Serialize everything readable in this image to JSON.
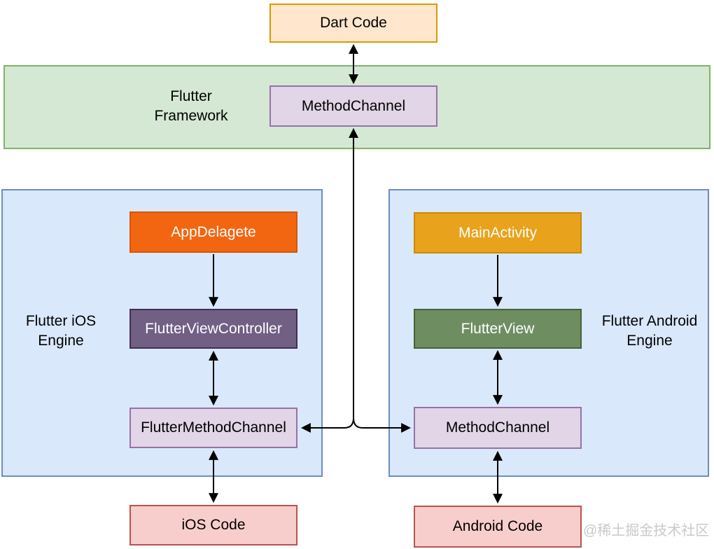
{
  "framework_band": {
    "label": "Flutter\nFramework"
  },
  "engines": {
    "ios_label": "Flutter iOS\nEngine",
    "android_label": "Flutter Android\nEngine"
  },
  "nodes": {
    "dart_code": {
      "label": "Dart Code"
    },
    "method_channel_framework": {
      "label": "MethodChannel"
    },
    "app_delegate": {
      "label": "AppDelagete"
    },
    "flutter_view_controller": {
      "label": "FlutterViewController"
    },
    "flutter_method_channel": {
      "label": "FlutterMethodChannel"
    },
    "ios_code": {
      "label": "iOS Code"
    },
    "main_activity": {
      "label": "MainActivity"
    },
    "flutter_view": {
      "label": "FlutterView"
    },
    "method_channel_android": {
      "label": "MethodChannel"
    },
    "android_code": {
      "label": "Android Code"
    }
  },
  "watermark": "@稀土掘金技术社区",
  "colors": {
    "peach_fill": "#FFE6CC",
    "peach_border": "#D79B00",
    "lavender_fill": "#E1D5E7",
    "lavender_border": "#9673A6",
    "band_fill": "#D5E8D4",
    "band_border": "#82B366",
    "blue_fill": "#DAE8FC",
    "blue_border": "#6C8EBF",
    "orange_fill": "#F26611",
    "orange_border": "#D4560A",
    "amber_fill": "#E8A21B",
    "amber_border": "#C88B00",
    "plum_fill": "#715F84",
    "plum_border": "#432D56",
    "sage_fill": "#6E8E62",
    "sage_border": "#446238",
    "pink_fill": "#F8CECC",
    "pink_border": "#B85450",
    "arrow_color": "#000000",
    "watermark_color": "#C9C9C9",
    "text_dark": "#000000",
    "text_light": "#FFFFFF"
  }
}
